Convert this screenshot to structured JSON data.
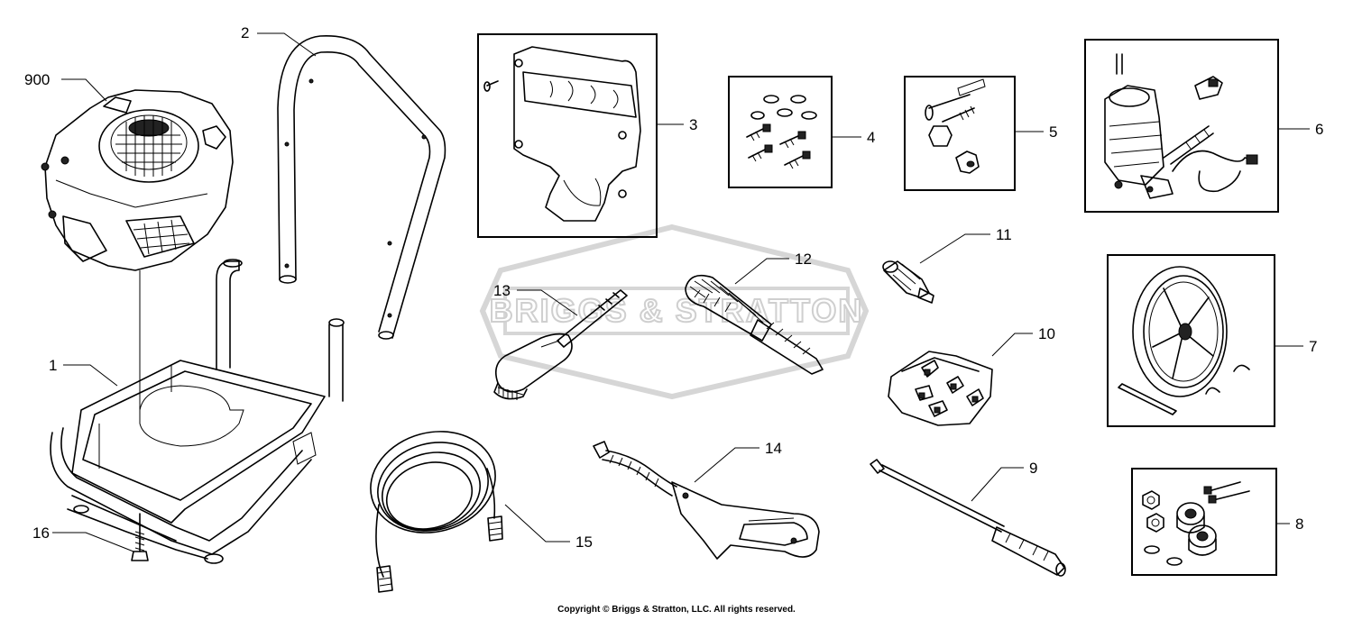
{
  "watermark": "BRIGGS & STRATTON",
  "copyright": "Copyright © Briggs & Stratton, LLC. All rights reserved.",
  "callouts": {
    "engine": "900",
    "frame": "1",
    "handle": "2",
    "bracket": "3",
    "hardware_kit_a": "4",
    "hardware_kit_b": "5",
    "pump": "6",
    "wheel": "7",
    "wheel_hardware": "8",
    "lance": "9",
    "nozzle_kit": "10",
    "turbo_nozzle": "11",
    "scrub_brush": "12",
    "rotating_brush": "13",
    "spray_gun": "14",
    "hose": "15",
    "bolt": "16"
  }
}
